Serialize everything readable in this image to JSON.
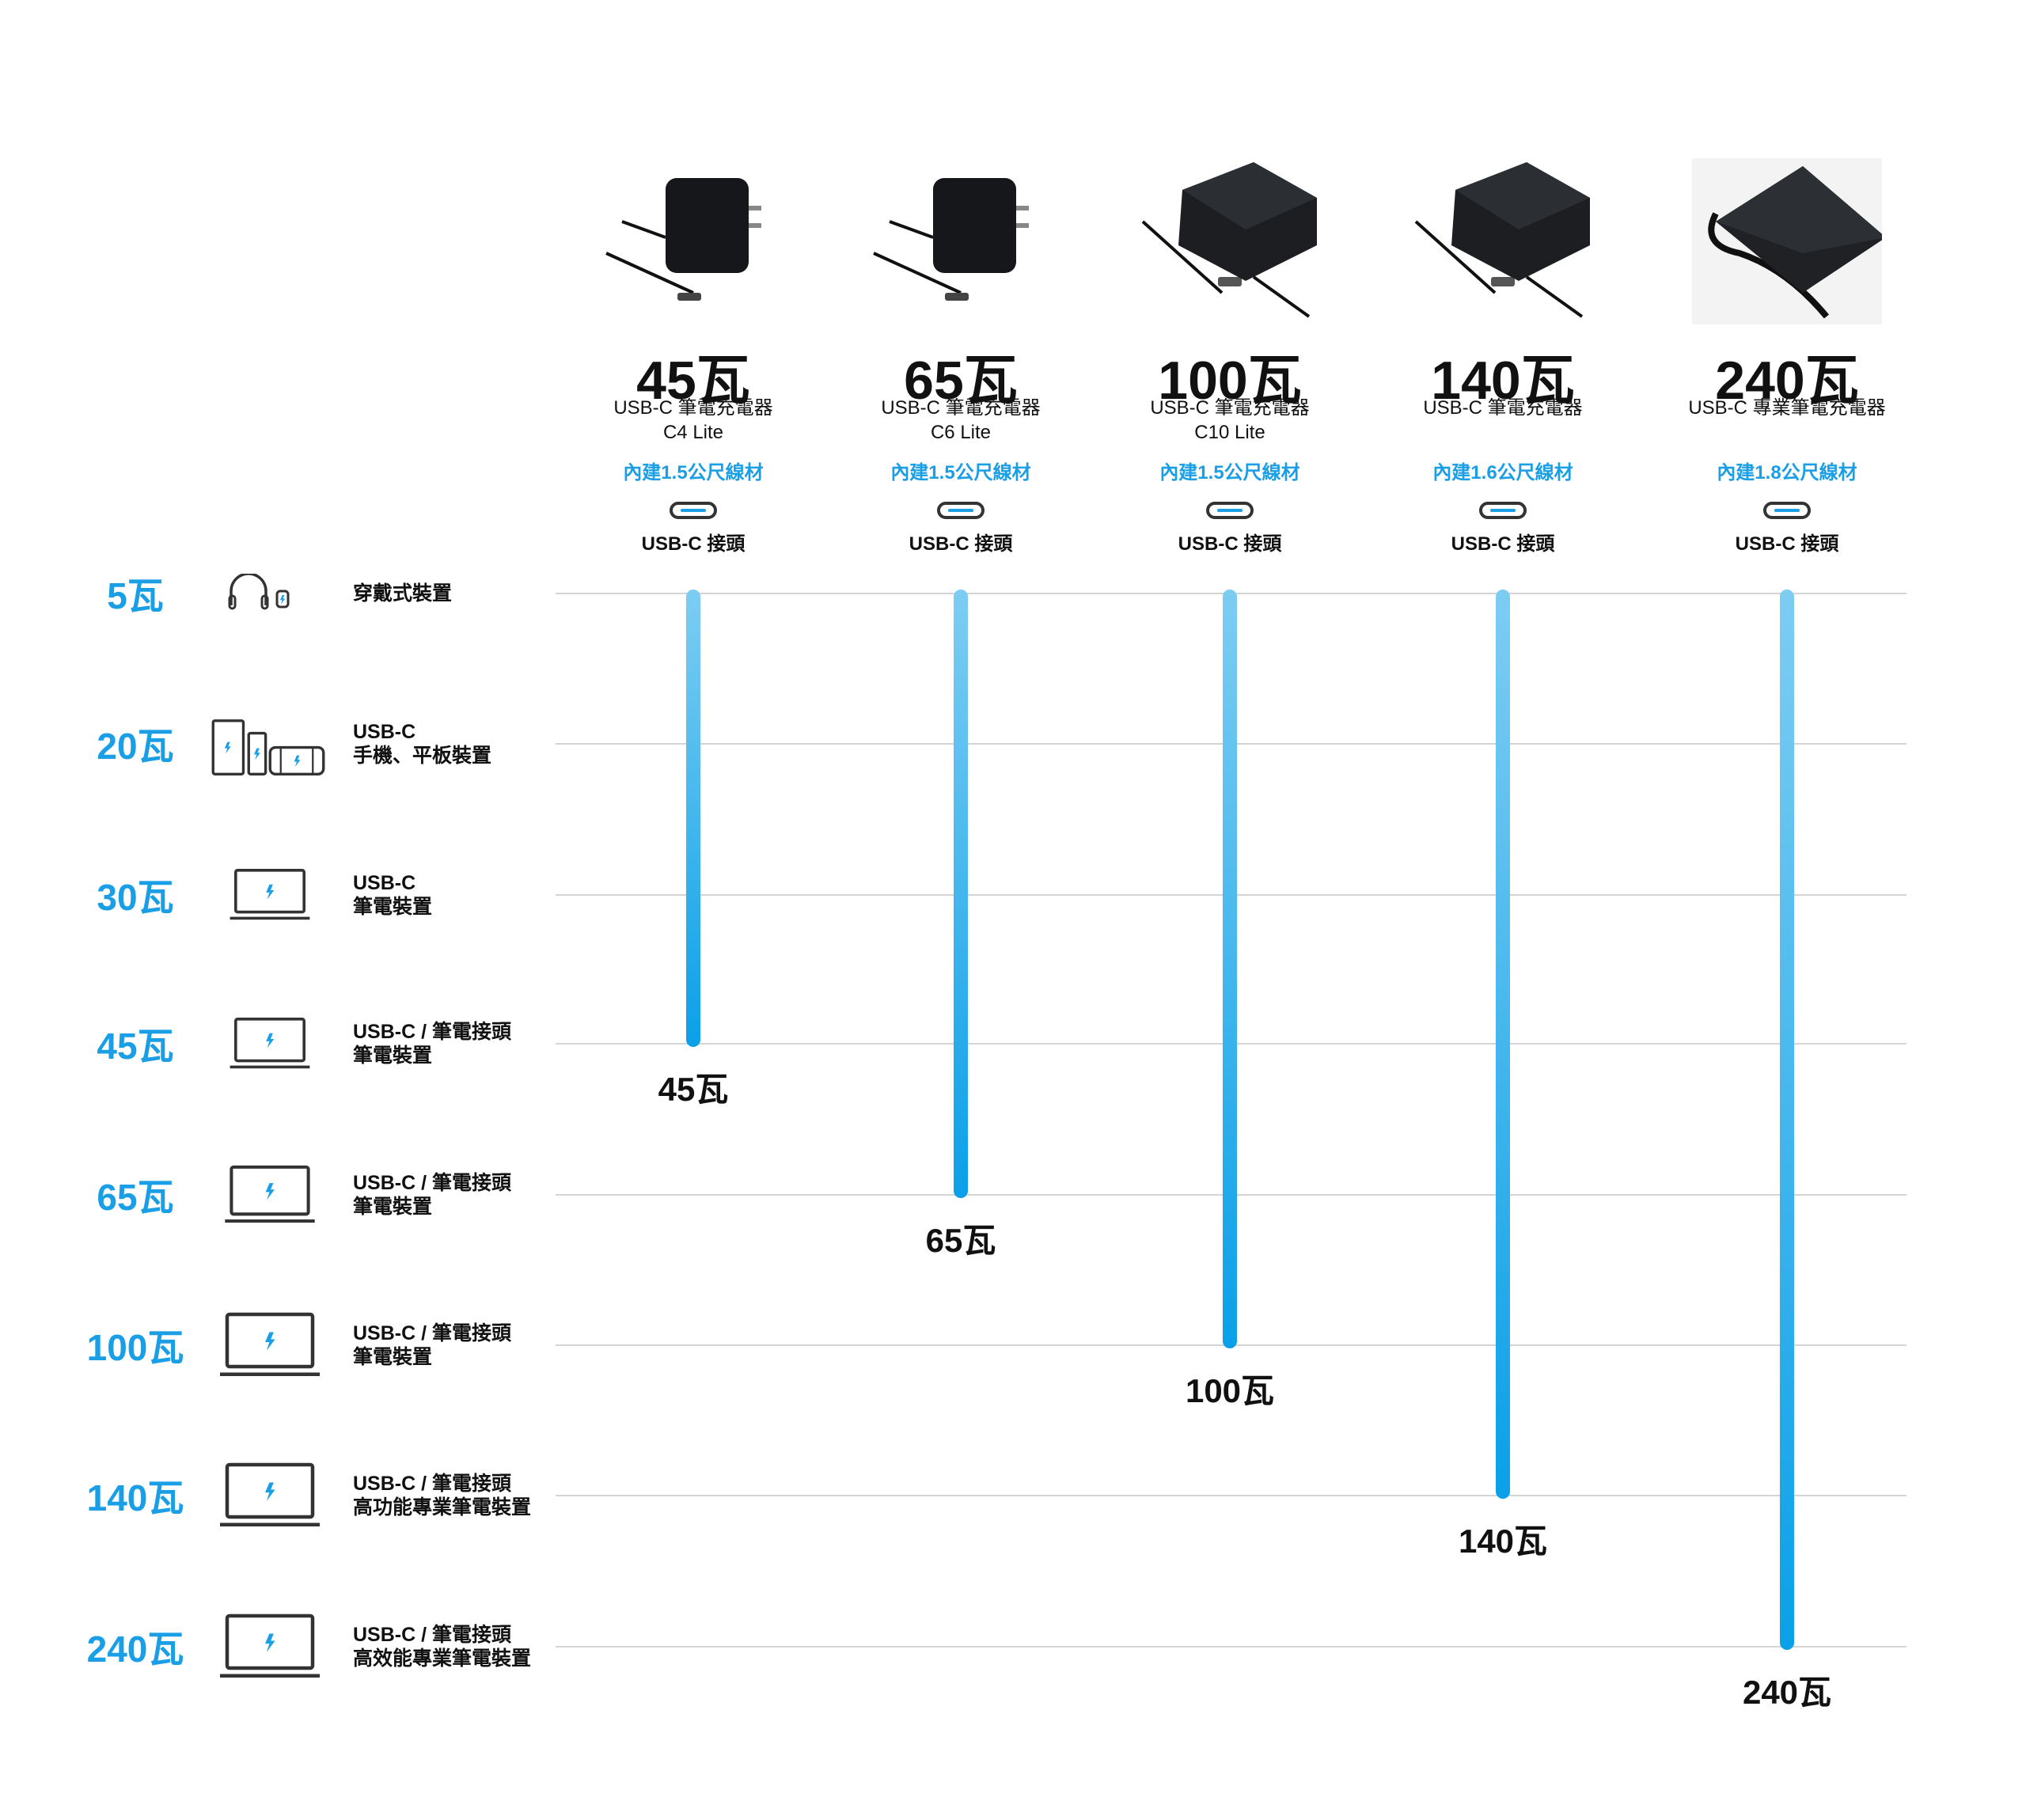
{
  "products": [
    {
      "watt": "45瓦",
      "line1": "USB-C 筆電充電器",
      "line2": "C4 Lite",
      "cable": "內建1.5公尺線材",
      "connector": "USB-C 接頭",
      "value": 45,
      "style": "wall"
    },
    {
      "watt": "65瓦",
      "line1": "USB-C 筆電充電器",
      "line2": "C6 Lite",
      "cable": "內建1.5公尺線材",
      "connector": "USB-C 接頭",
      "value": 65,
      "style": "wall"
    },
    {
      "watt": "100瓦",
      "line1": "USB-C 筆電充電器",
      "line2": "C10 Lite",
      "cable": "內建1.5公尺線材",
      "connector": "USB-C 接頭",
      "value": 100,
      "style": "brick"
    },
    {
      "watt": "140瓦",
      "line1": "USB-C 筆電充電器",
      "line2": "",
      "cable": "內建1.6公尺線材",
      "connector": "USB-C 接頭",
      "value": 140,
      "style": "brick"
    },
    {
      "watt": "240瓦",
      "line1": "USB-C 專業筆電充電器",
      "line2": "",
      "cable": "內建1.8公尺線材",
      "connector": "USB-C 接頭",
      "value": 240,
      "style": "long"
    }
  ],
  "rows": [
    {
      "watt": "5瓦",
      "icon": "headphones-watch-icon",
      "line1": "穿戴式裝置",
      "line2": ""
    },
    {
      "watt": "20瓦",
      "icon": "phone-tablet-console-icon",
      "line1": "USB-C",
      "line2": "手機、平板裝置"
    },
    {
      "watt": "30瓦",
      "icon": "laptop-icon",
      "line1": "USB-C",
      "line2": "筆電裝置"
    },
    {
      "watt": "45瓦",
      "icon": "laptop-icon",
      "line1": "USB-C / 筆電接頭",
      "line2": "筆電裝置"
    },
    {
      "watt": "65瓦",
      "icon": "laptop-icon",
      "line1": "USB-C / 筆電接頭",
      "line2": "筆電裝置"
    },
    {
      "watt": "100瓦",
      "icon": "laptop-icon",
      "line1": "USB-C / 筆電接頭",
      "line2": "筆電裝置"
    },
    {
      "watt": "140瓦",
      "icon": "laptop-icon",
      "line1": "USB-C / 筆電接頭",
      "line2": "高功能專業筆電裝置"
    },
    {
      "watt": "240瓦",
      "icon": "laptop-icon",
      "line1": "USB-C / 筆電接頭",
      "line2": "高效能專業筆電裝置"
    }
  ],
  "colors": {
    "accent": "#1a9ee6",
    "text": "#111111",
    "grid": "#d4d4d4"
  },
  "chart_data": {
    "type": "bar",
    "orientation": "vertical-down",
    "categories": [
      "45瓦",
      "65瓦",
      "100瓦",
      "140瓦",
      "240瓦"
    ],
    "values": [
      45,
      65,
      100,
      140,
      240
    ],
    "y_levels": [
      5,
      20,
      30,
      45,
      65,
      100,
      140,
      240
    ],
    "y_tick_labels": [
      "5瓦",
      "20瓦",
      "30瓦",
      "45瓦",
      "65瓦",
      "100瓦",
      "140瓦",
      "240瓦"
    ],
    "title": "",
    "xlabel": "",
    "ylabel": "",
    "grid": true
  }
}
